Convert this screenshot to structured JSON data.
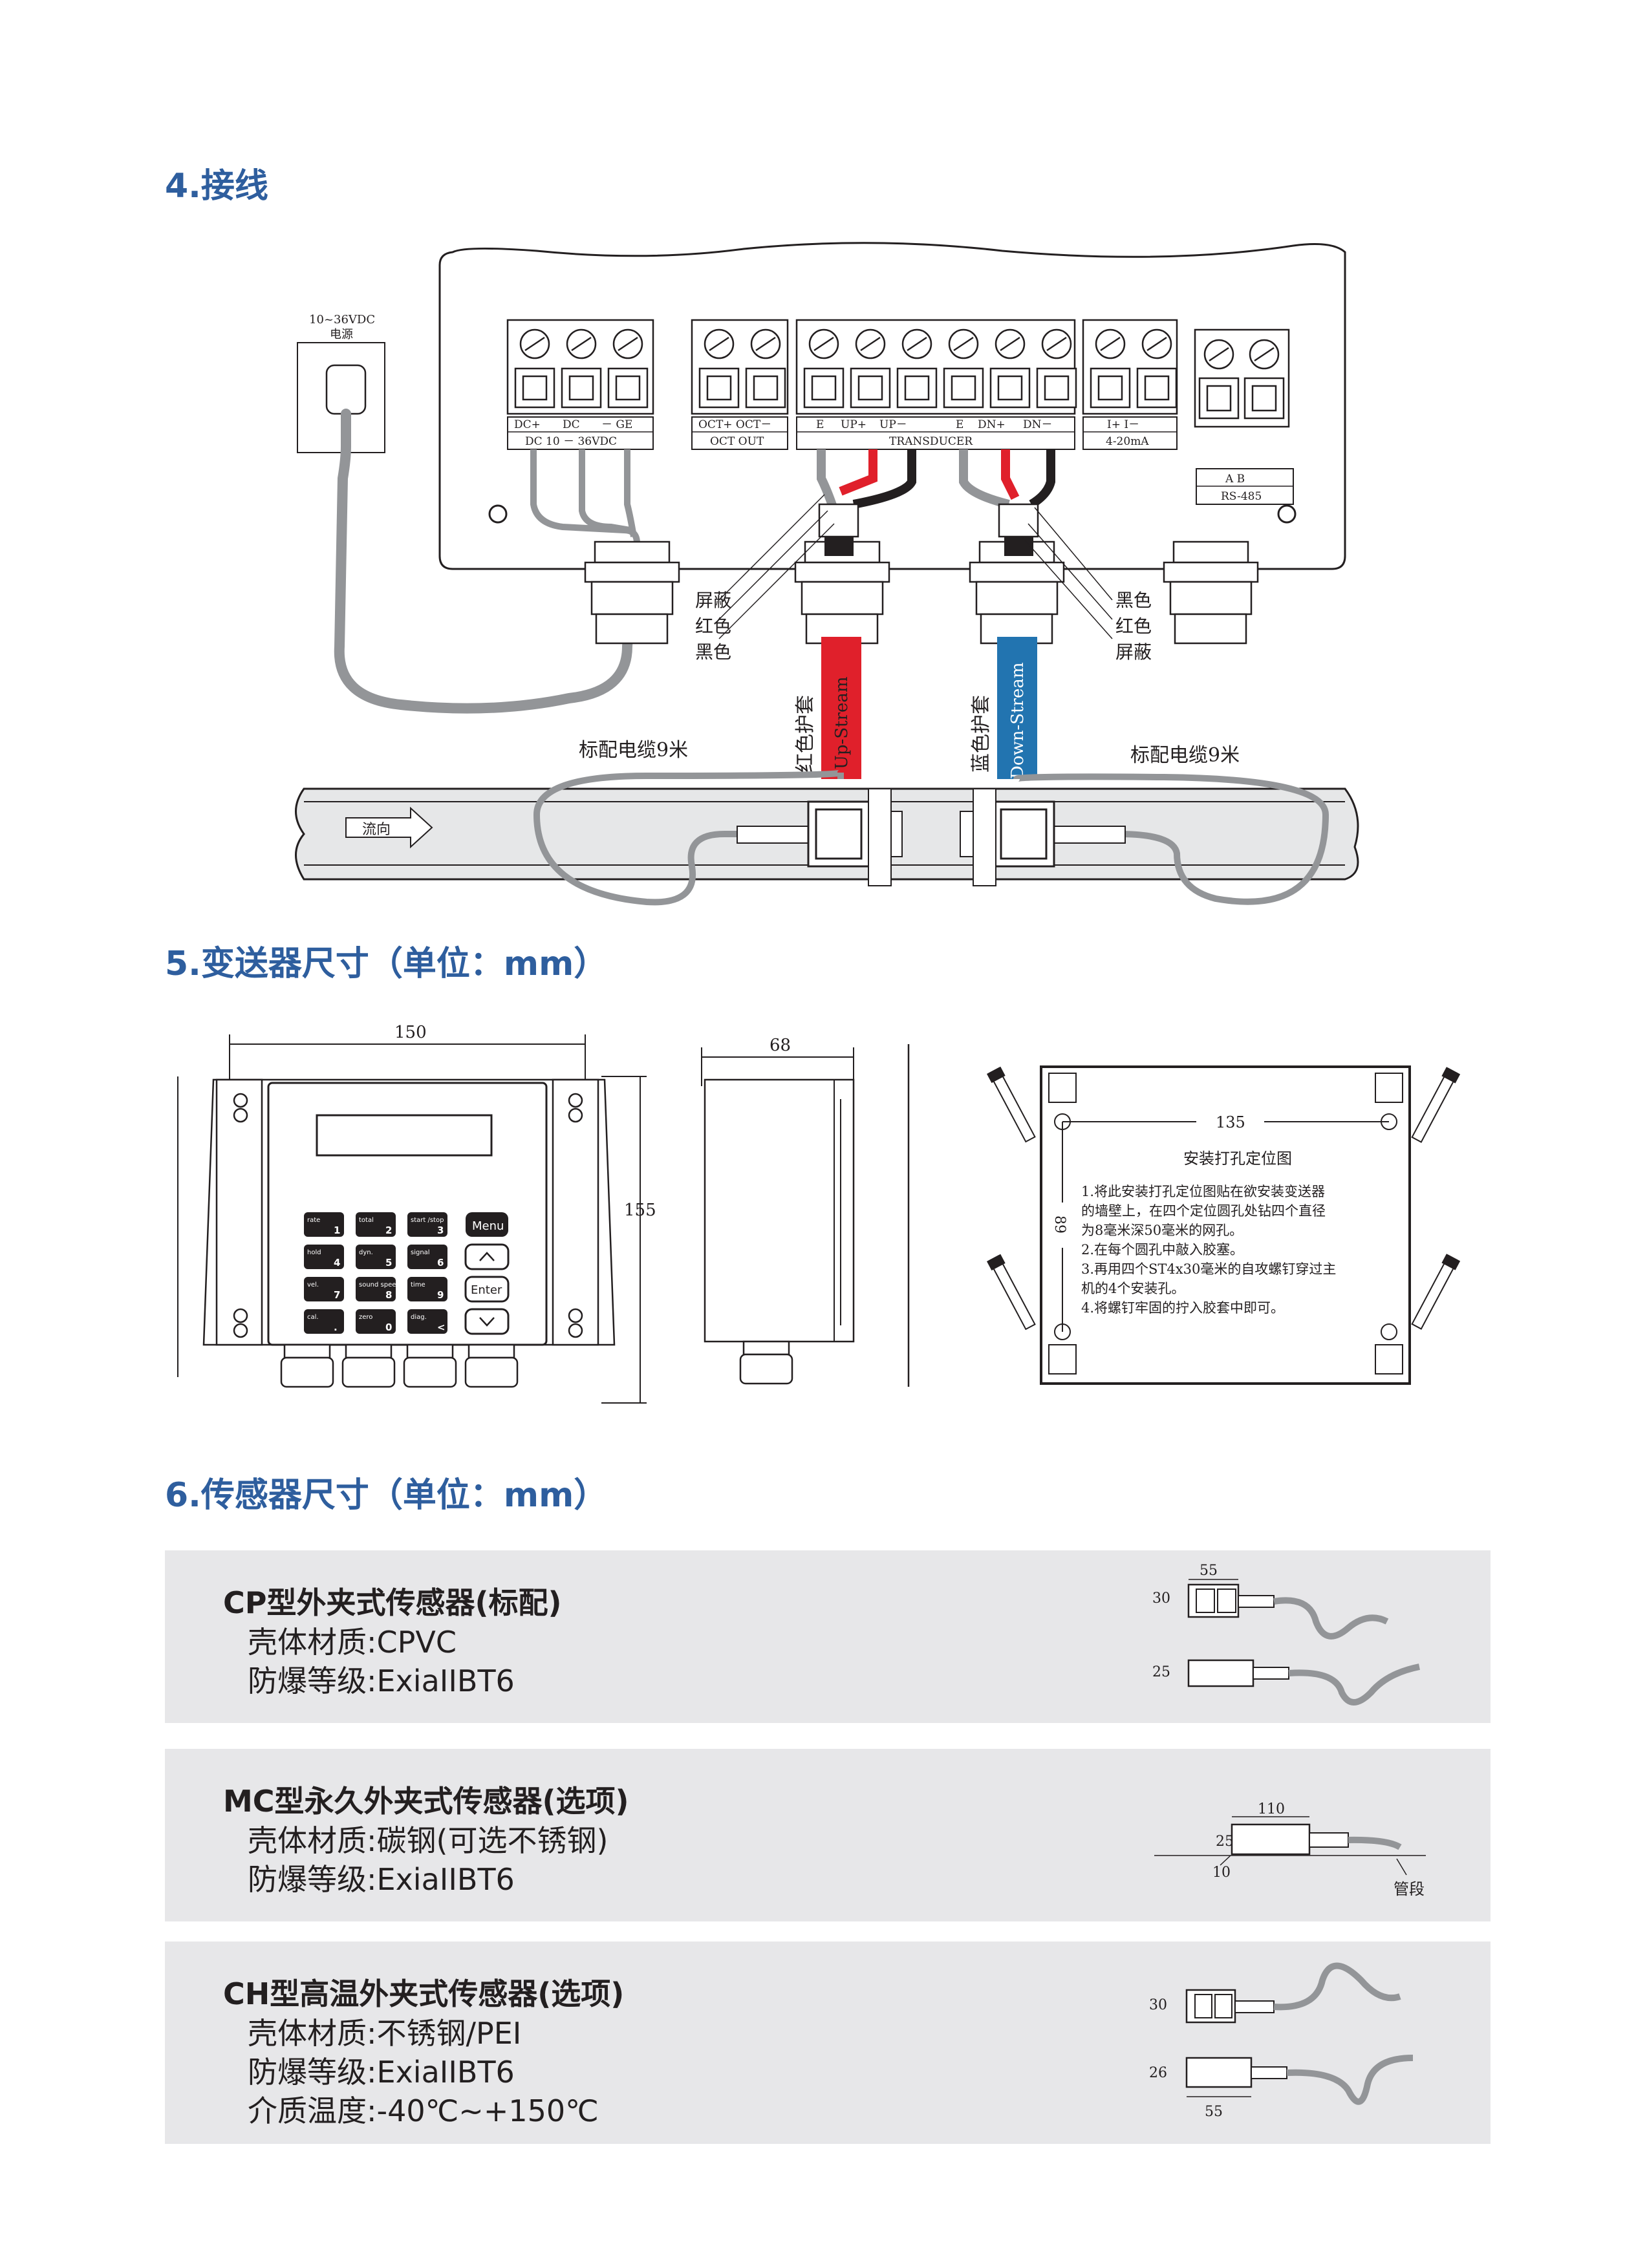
{
  "headings": {
    "wiring": "4.接线",
    "transmitter_dims": "5.变送器尺寸（单位：mm）",
    "sensor_dims": "6.传感器尺寸（单位：mm）"
  },
  "wiring": {
    "power_label_1": "10~36VDC",
    "power_label_2": "电源",
    "dc_top": [
      "DC+",
      "DC",
      "－ GE"
    ],
    "dc_bottom": "DC  10 － 36VDC",
    "oct_top": "OCT+ OCT－",
    "oct_bottom": "OCT OUT",
    "trans_top": [
      "E",
      "UP+",
      "UP－",
      "E",
      "DN+",
      "DN－"
    ],
    "trans_bottom": "TRANSDUCER",
    "ma_top": "I+    I－",
    "ma_bottom": "4-20mA",
    "rs_top": "A     B",
    "rs_bottom": "RS-485",
    "left_labels": [
      "屏蔽",
      "红色",
      "黑色"
    ],
    "right_labels": [
      "黑色",
      "红色",
      "屏蔽"
    ],
    "red_sleeve": "红色护套",
    "blue_sleeve": "蓝色护套",
    "up_stream": "Up-Stream",
    "down_stream": "Down-Stream",
    "cable_left": "标配电缆9米",
    "cable_right": "标配电缆9米",
    "flow": "流向"
  },
  "transmitter": {
    "dim_width": "150",
    "dim_height": "155",
    "dim_depth": "68",
    "keys": [
      {
        "label": "rate",
        "num": "1"
      },
      {
        "label": "total",
        "num": "2"
      },
      {
        "label": "start /stop",
        "num": "3"
      },
      {
        "label": "hold",
        "num": "4"
      },
      {
        "label": "dyn.",
        "num": "5"
      },
      {
        "label": "signal",
        "num": "6"
      },
      {
        "label": "vel.",
        "num": "7"
      },
      {
        "label": "sound speed",
        "num": "8"
      },
      {
        "label": "time",
        "num": "9"
      },
      {
        "label": "cal.",
        "num": "."
      },
      {
        "label": "zero",
        "num": "0"
      },
      {
        "label": "diag.",
        "num": "<"
      }
    ],
    "menu_key": "Menu",
    "enter_key": "Enter",
    "mount_title": "安装打孔定位图",
    "mount_dim_w": "135",
    "mount_dim_h": "89",
    "mount_text": [
      "1.将此安装打孔定位图贴在欲安装变送器",
      "的墙壁上，在四个定位圆孔处钻四个直径",
      "为8毫米深50毫米的网孔。",
      "2.在每个圆孔中敲入胶塞。",
      "3.再用四个ST4x30毫米的自攻螺钉穿过主",
      "机的4个安装孔。",
      "4.将螺钉牢固的拧入胶套中即可。"
    ]
  },
  "sensors": [
    {
      "title": "CP型外夹式传感器(标配)",
      "lines": [
        "壳体材质:CPVC",
        "防爆等级:ExiaIIBT6"
      ],
      "dims": [
        "55",
        "30",
        "25"
      ]
    },
    {
      "title": "MC型永久外夹式传感器(选项)",
      "lines": [
        "壳体材质:碳钢(可选不锈钢)",
        "防爆等级:ExiaIIBT6"
      ],
      "dims": [
        "110",
        "25",
        "10"
      ],
      "pipe_label": "管段"
    },
    {
      "title": "CH型高温外夹式传感器(选项)",
      "lines": [
        "壳体材质:不锈钢/PEI",
        "防爆等级:ExiaIIBT6",
        "介质温度:-40℃~+150℃"
      ],
      "dims": [
        "30",
        "26",
        "55"
      ]
    }
  ]
}
